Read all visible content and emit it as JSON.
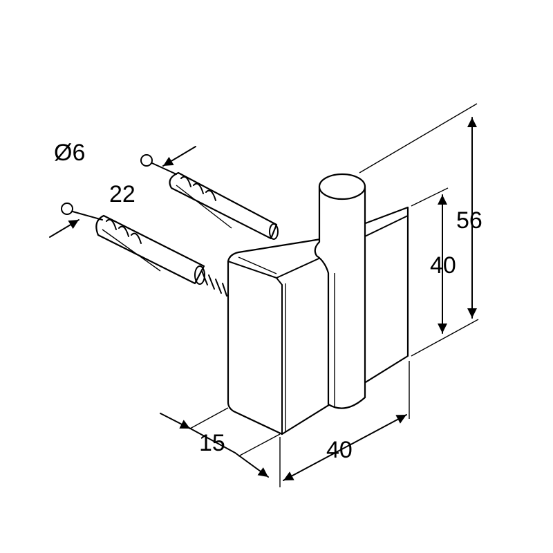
{
  "title": "Hinge with dowels dimension drawing",
  "labels": {
    "diameter": "Ø6",
    "dowel_length": "22",
    "total_height": "56",
    "body_height": "40",
    "body_width": "40",
    "depth": "15"
  },
  "colors": {
    "line": "#000000",
    "background": "#ffffff"
  }
}
